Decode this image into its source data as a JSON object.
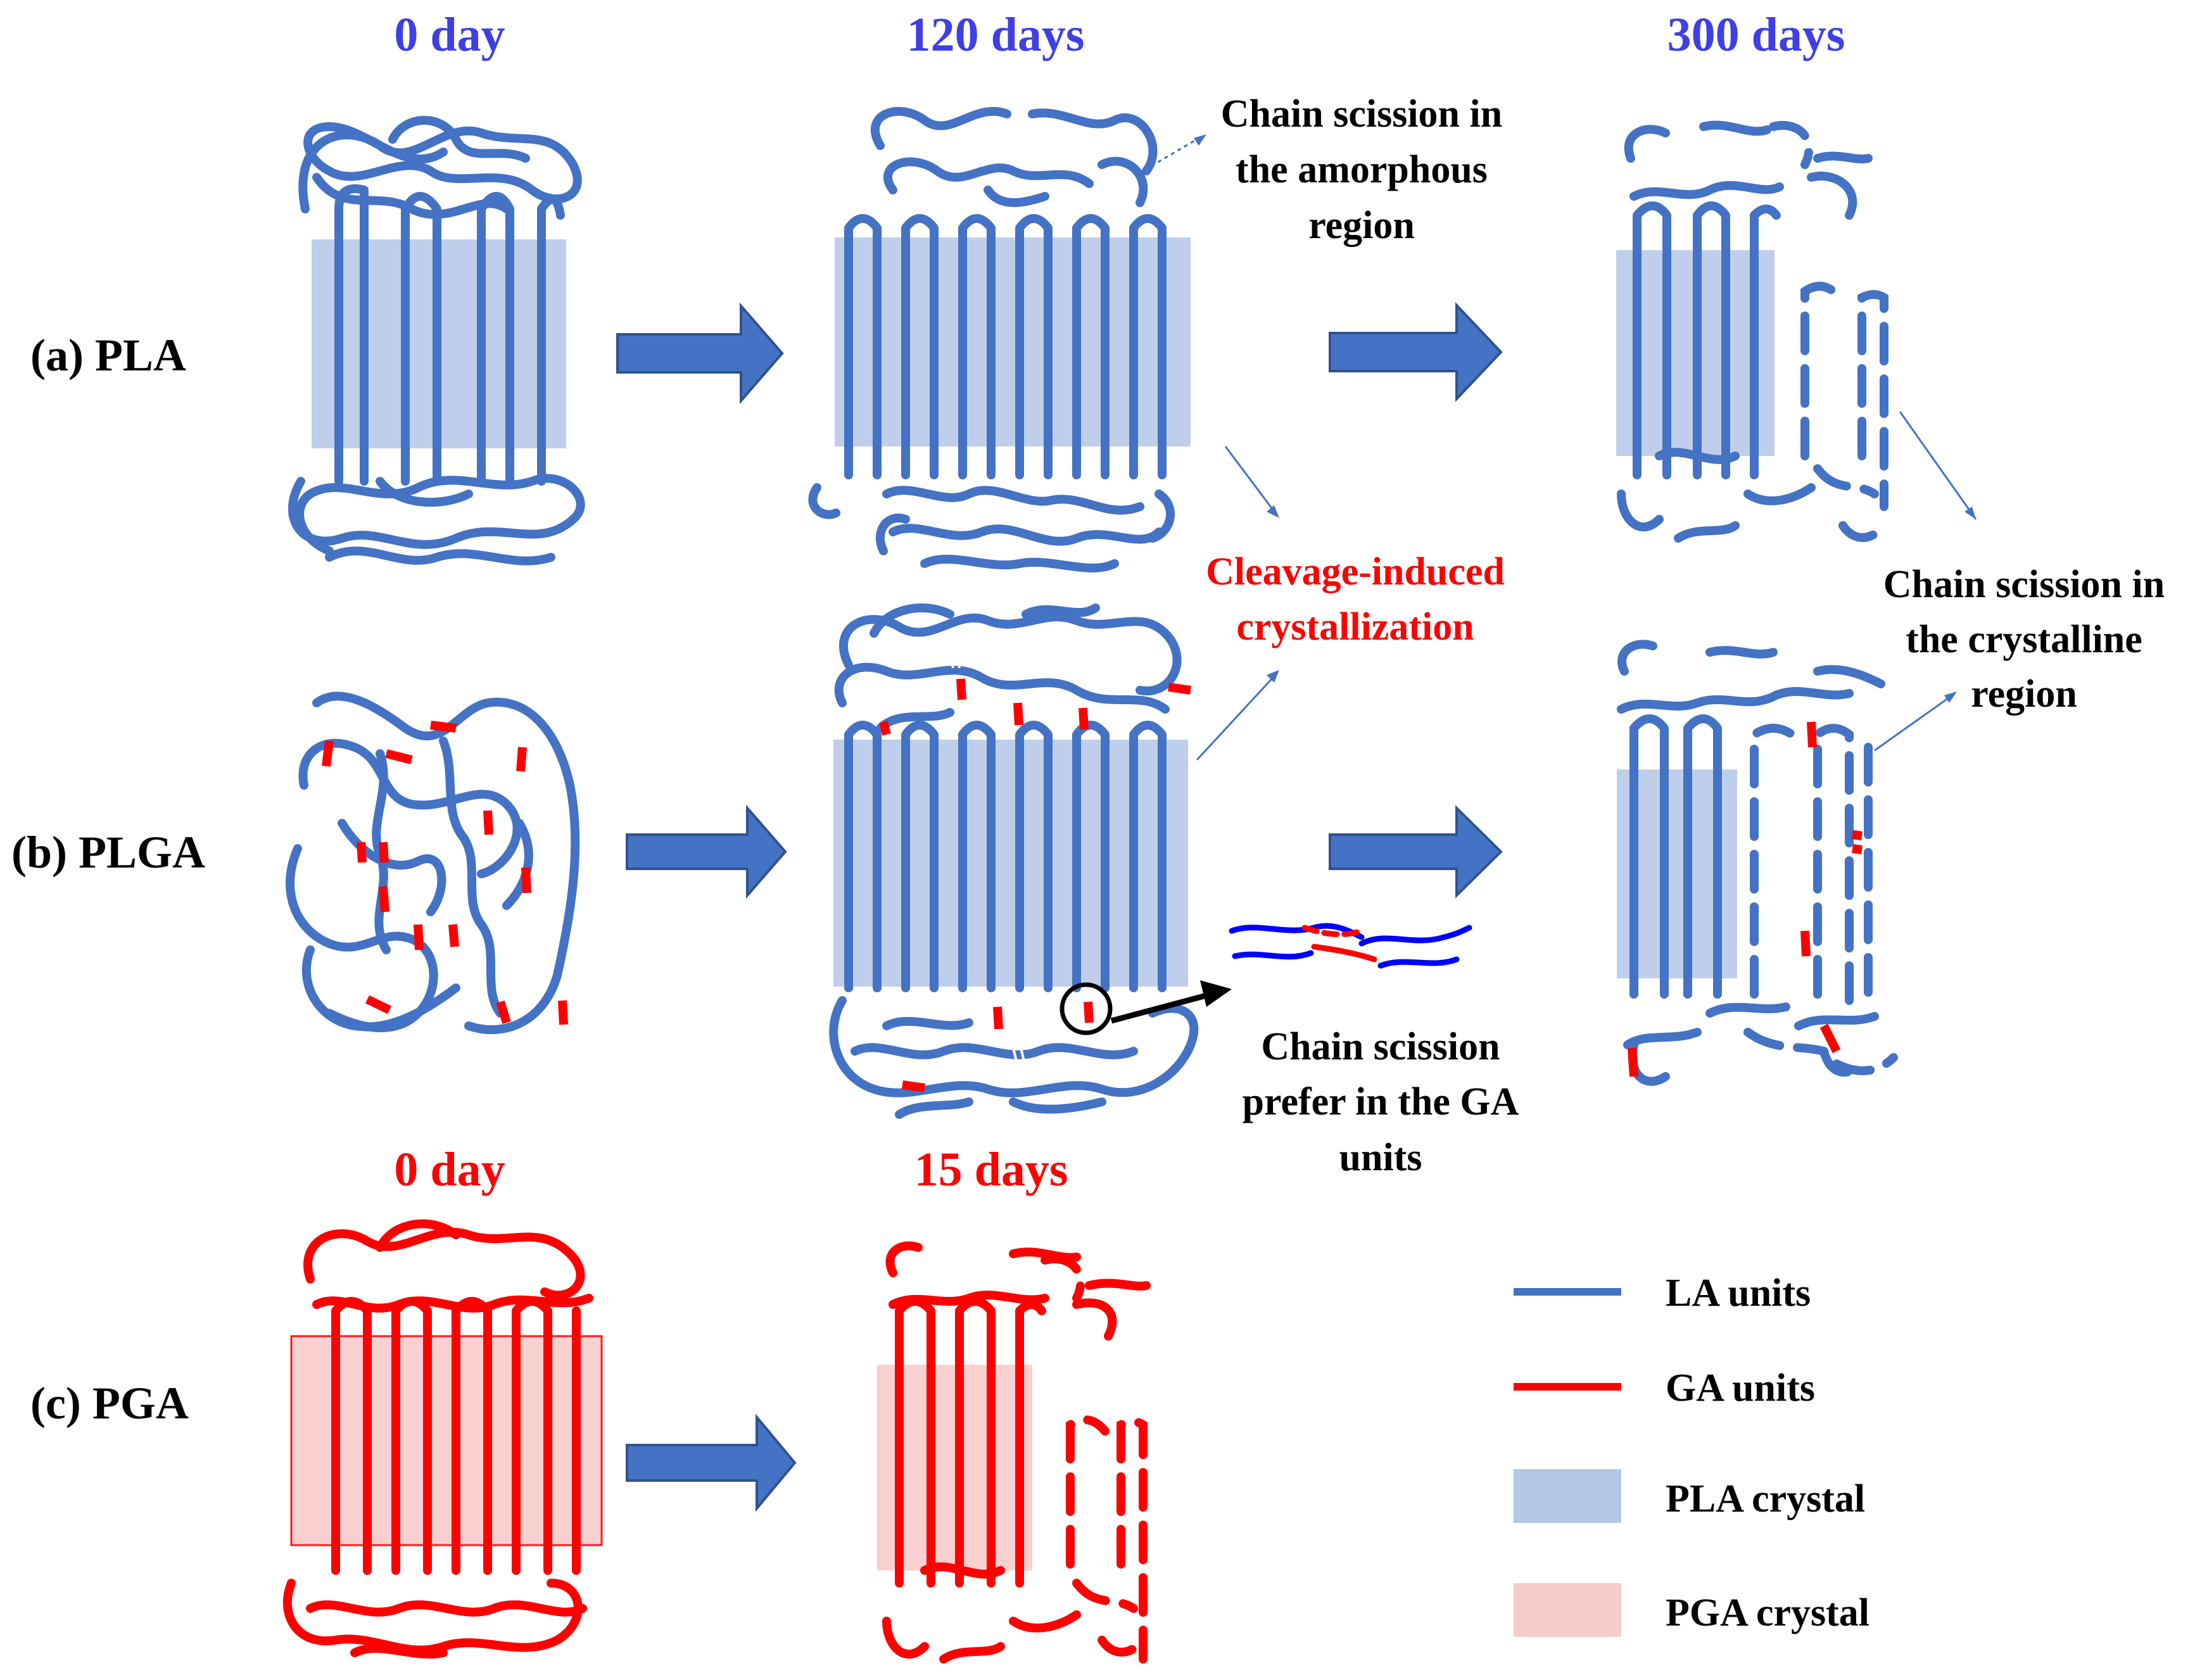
{
  "colors": {
    "la_units": "#4472C4",
    "ga_units": "#FF0000",
    "pla_crystal": "#B4C7E7",
    "pga_crystal": "#F8CBCB",
    "stage_blue": "#3F3FE6",
    "arrow_fill": "#4472C4",
    "text": "#000000",
    "cleavage_label": "#FF0000"
  },
  "time_labels": {
    "pla_0": "0 day",
    "pla_120": "120 days",
    "pla_300": "300 days",
    "pga_0": "0 day",
    "pga_15": "15 days"
  },
  "rows": {
    "pla": "(a) PLA",
    "plga": "(b) PLGA",
    "pga": "(c) PGA"
  },
  "annotations": {
    "amorphous": [
      "Chain scission in",
      "the amorphous",
      "region"
    ],
    "cleavage": [
      "Cleavage-induced",
      "crystallization"
    ],
    "crystalline": [
      "Chain scission in",
      "the crystalline",
      "region"
    ],
    "ga_prefer": [
      "Chain scission",
      "prefer in the GA",
      "units"
    ]
  },
  "legend": [
    {
      "label": "LA units",
      "symbol": "line",
      "color": "#4472C4"
    },
    {
      "label": "GA units",
      "symbol": "line",
      "color": "#FF0000"
    },
    {
      "label": "PLA crystal",
      "symbol": "box",
      "color": "#B4C7E7"
    },
    {
      "label": "PGA crystal",
      "symbol": "box",
      "color": "#F8CBCB"
    }
  ]
}
